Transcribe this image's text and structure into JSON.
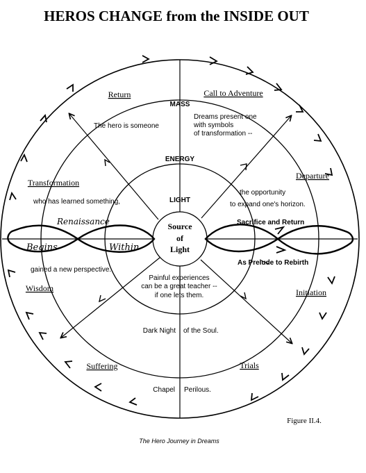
{
  "title": "HEROS CHANGE from the INSIDE OUT",
  "center": {
    "line1": "Source",
    "line2": "of",
    "line3": "Light"
  },
  "rings": {
    "mass": "MASS",
    "energy": "ENERGY",
    "light": "LIGHT"
  },
  "stages": {
    "return": "Return",
    "call_to_adventure": "Call to Adventure",
    "departure": "Departure",
    "initiation": "Initiation",
    "trials": "Trials",
    "suffering": "Suffering",
    "wisdom": "Wisdom",
    "transformation": "Transformation"
  },
  "phrases": {
    "hero_is_someone": "The hero is someone",
    "dreams_1": "Dreams present one",
    "dreams_2": "with symbols",
    "dreams_3": "of transformation --",
    "opportunity_1": "the opportunity",
    "opportunity_2": "to expand one's horizon.",
    "learned_something": "who has learned something,",
    "new_perspective": "gained a new perspective.",
    "painful_1": "Painful experiences",
    "painful_2": "can be a great teacher --",
    "painful_3": "if one lets them.",
    "dark_night": "Dark Night",
    "of_the_soul": "of the Soul.",
    "chapel": "Chapel",
    "perilous": "Perilous."
  },
  "infinity_left": {
    "renaissance": "Renaissance",
    "begins": "Begins",
    "within": "Within"
  },
  "infinity_right": {
    "sacrifice": "Sacrifice and Return",
    "prelude": "As Prelude to Rebirth"
  },
  "figure_label": "Figure II.4.",
  "caption": "The Hero Journey in Dreams"
}
